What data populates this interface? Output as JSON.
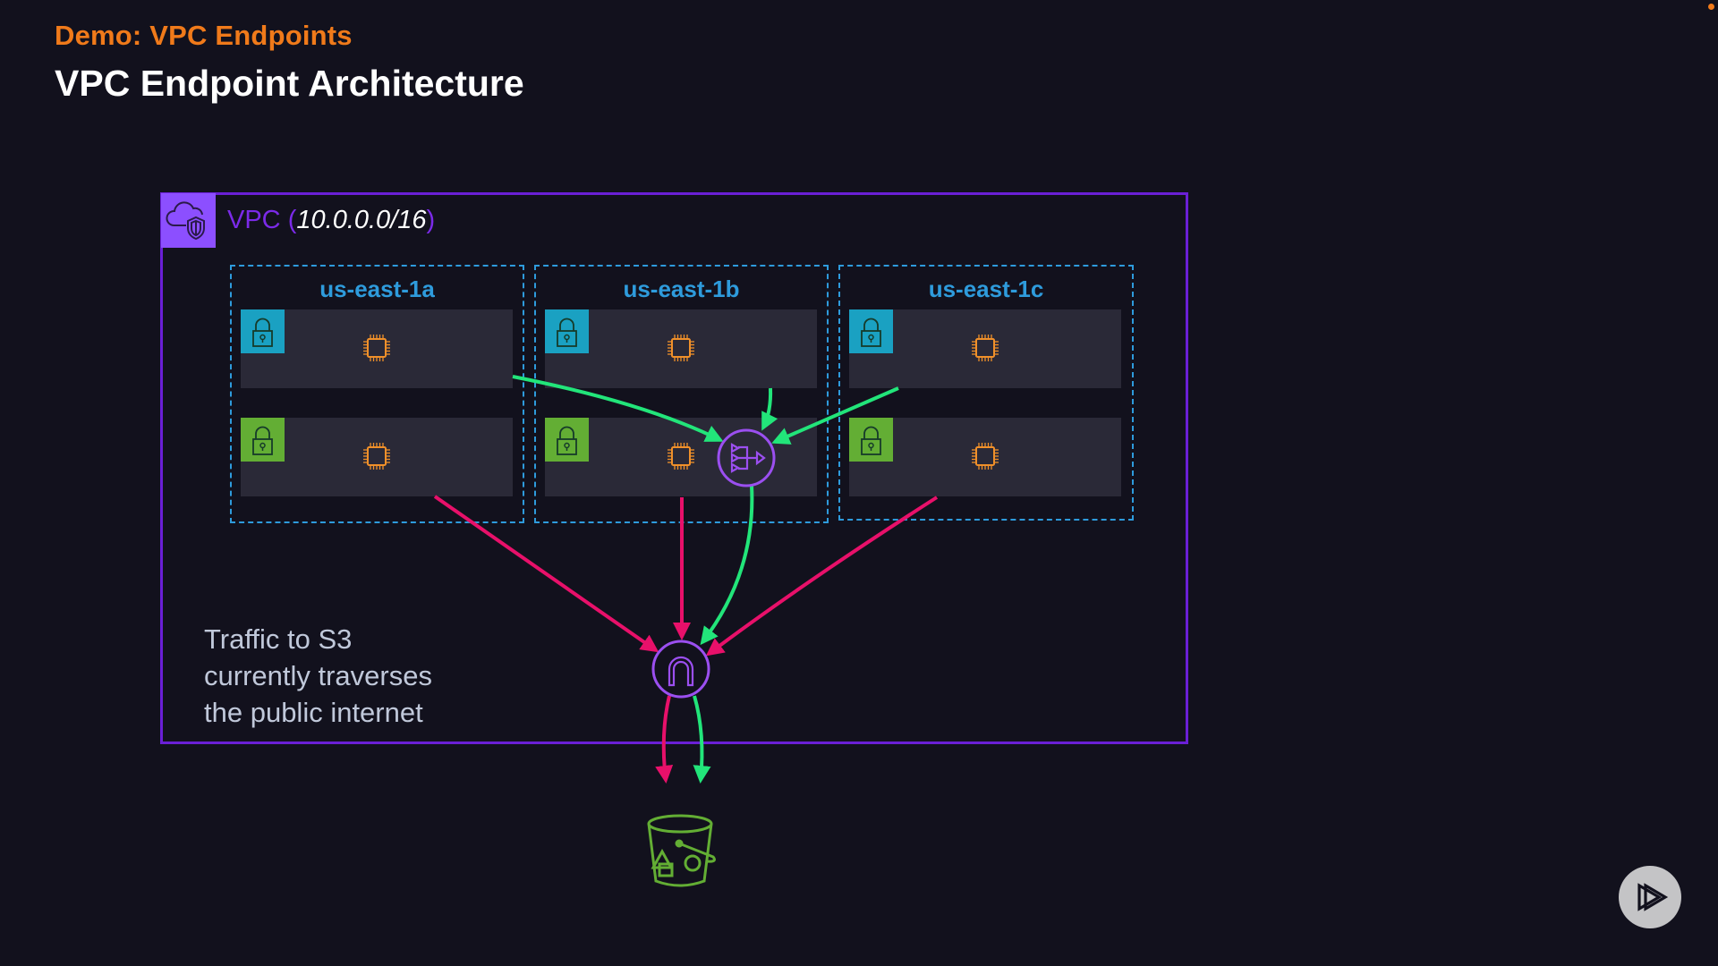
{
  "header": {
    "subtitle": "Demo: VPC Endpoints",
    "title": "VPC Endpoint Architecture"
  },
  "vpc": {
    "label": "VPC",
    "open_paren": "(",
    "cidr": "10.0.0.0/16",
    "close_paren": ")",
    "icon": "vpc-cloud-shield-icon"
  },
  "availability_zones": [
    {
      "name": "us-east-1a",
      "subnets": [
        {
          "type": "public",
          "icon": "lock-icon",
          "instance": "ec2-chip-icon"
        },
        {
          "type": "private",
          "icon": "lock-icon",
          "instance": "ec2-chip-icon"
        }
      ]
    },
    {
      "name": "us-east-1b",
      "subnets": [
        {
          "type": "public",
          "icon": "lock-icon",
          "instance": "ec2-chip-icon"
        },
        {
          "type": "private",
          "icon": "lock-icon",
          "instance": "ec2-chip-icon",
          "extra": "nat-gateway-icon"
        }
      ]
    },
    {
      "name": "us-east-1c",
      "subnets": [
        {
          "type": "public",
          "icon": "lock-icon",
          "instance": "ec2-chip-icon"
        },
        {
          "type": "private",
          "icon": "lock-icon",
          "instance": "ec2-chip-icon"
        }
      ]
    }
  ],
  "note": {
    "lines": [
      "Traffic to S3",
      "currently traverses",
      "the public internet"
    ]
  },
  "components": {
    "nat_gateway": "nat-gateway-icon",
    "internet_gateway": "internet-gateway-icon",
    "s3_bucket": "s3-bucket-icon"
  },
  "flows": [
    {
      "from": "us-east-1a public subnet",
      "to": "NAT gateway",
      "color": "green"
    },
    {
      "from": "us-east-1b public subnet",
      "to": "NAT gateway",
      "color": "green"
    },
    {
      "from": "us-east-1c public subnet",
      "to": "NAT gateway",
      "color": "green"
    },
    {
      "from": "NAT gateway",
      "to": "Internet gateway",
      "color": "green"
    },
    {
      "from": "us-east-1a private subnet",
      "to": "Internet gateway",
      "color": "pink"
    },
    {
      "from": "us-east-1b private subnet",
      "to": "Internet gateway",
      "color": "pink"
    },
    {
      "from": "us-east-1c private subnet",
      "to": "Internet gateway",
      "color": "pink"
    },
    {
      "from": "Internet gateway",
      "to": "S3 bucket",
      "color": "pink"
    },
    {
      "from": "Internet gateway",
      "to": "S3 bucket",
      "color": "green"
    }
  ],
  "colors": {
    "background": "#12111d",
    "accent_orange": "#f07a1a",
    "vpc_purple": "#6a1fd6",
    "az_blue": "#2e9bdc",
    "public_subnet": "#1aa1c2",
    "private_subnet": "#63ae34",
    "flow_green": "#22e57a",
    "flow_pink": "#e8106a",
    "gateway_purple": "#9b4ff0",
    "s3_green": "#63ae34"
  },
  "branding": {
    "logo": "pluralsight-play-logo-icon"
  }
}
